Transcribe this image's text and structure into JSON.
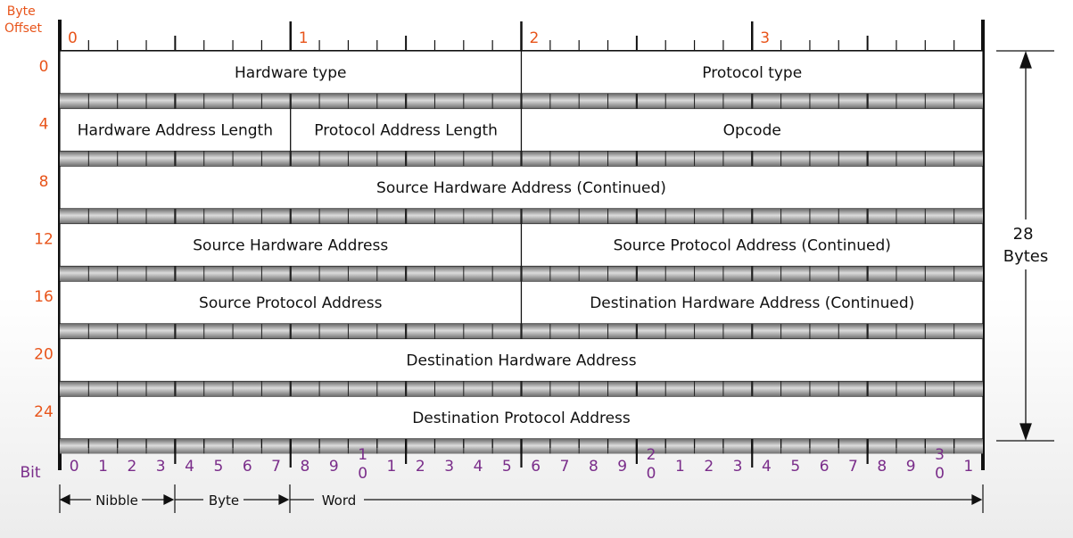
{
  "header": {
    "byte_offset_label": [
      "Byte",
      "Offset"
    ],
    "bit_label": "Bit"
  },
  "byte_indices": [
    "0",
    "1",
    "2",
    "3"
  ],
  "offsets": [
    "0",
    "4",
    "8",
    "12",
    "16",
    "20",
    "24"
  ],
  "rows": [
    [
      {
        "label": "Hardware type",
        "span": 2
      },
      {
        "label": "Protocol type",
        "span": 2
      }
    ],
    [
      {
        "label": "Hardware Address Length",
        "span": 1
      },
      {
        "label": "Protocol Address Length",
        "span": 1
      },
      {
        "label": "Opcode",
        "span": 2
      }
    ],
    [
      {
        "label": "Source Hardware Address (Continued)",
        "span": 4
      }
    ],
    [
      {
        "label": "Source Hardware Address",
        "span": 2
      },
      {
        "label": "Source Protocol Address (Continued)",
        "span": 2
      }
    ],
    [
      {
        "label": "Source Protocol Address",
        "span": 2
      },
      {
        "label": "Destination Hardware Address (Continued)",
        "span": 2
      }
    ],
    [
      {
        "label": "Destination Hardware Address",
        "span": 4
      }
    ],
    [
      {
        "label": "Destination Protocol Address",
        "span": 4
      }
    ]
  ],
  "bit_labels": [
    "0",
    "1",
    "2",
    "3",
    "4",
    "5",
    "6",
    "7",
    "8",
    "9",
    "1/0",
    "1",
    "2",
    "3",
    "4",
    "5",
    "6",
    "7",
    "8",
    "9",
    "2/0",
    "1",
    "2",
    "3",
    "4",
    "5",
    "6",
    "7",
    "8",
    "9",
    "3/0",
    "1"
  ],
  "spans": {
    "nibble": "Nibble",
    "byte": "Byte",
    "word": "Word"
  },
  "total_size": [
    "28",
    "Bytes"
  ],
  "colors": {
    "offset": "#e8541a",
    "bit": "#7a2d8a",
    "cell_fill": "#ffffff",
    "rule": "#111111"
  }
}
